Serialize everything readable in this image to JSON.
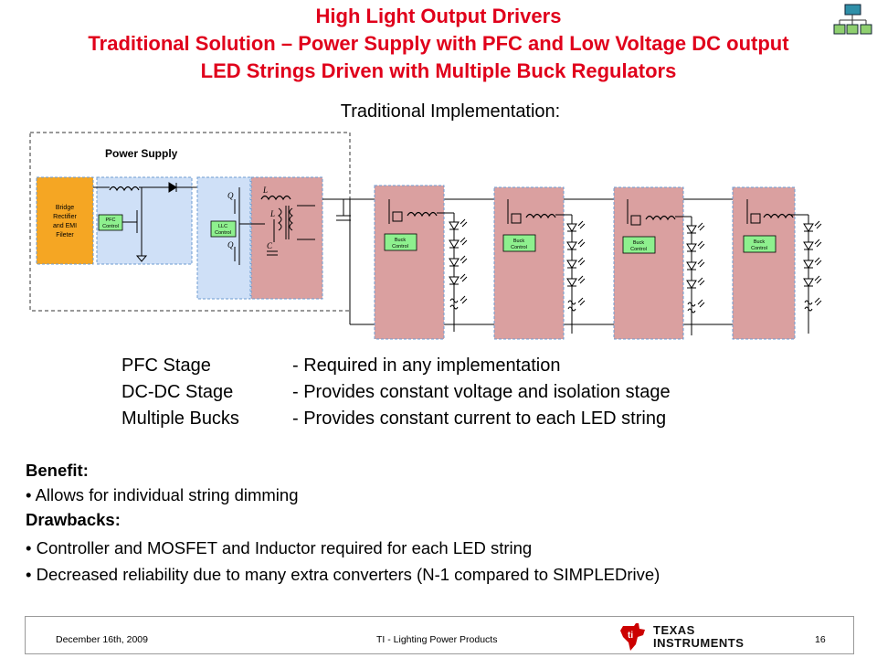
{
  "slide": {
    "title_line1": "High Light Output Drivers",
    "title_line2": "Traditional Solution – Power Supply with PFC and Low Voltage DC output",
    "title_line3": "LED Strings Driven with Multiple Buck Regulators",
    "subtitle": "Traditional Implementation:"
  },
  "diagram": {
    "power_supply_label": "Power Supply",
    "bridge_label_1": "Bridge",
    "bridge_label_2": "Rectifier",
    "bridge_label_3": "and EMI",
    "bridge_label_4": "Fileter",
    "pfc_label_1": "PFC",
    "pfc_label_2": "Control",
    "llc_label_1": "LLC",
    "llc_label_2": "Control",
    "buck_label_1": "Buck",
    "buck_label_2": "Control",
    "q_label": "Q",
    "l_label": "L",
    "c_label": "C",
    "colors": {
      "bridge_fill": "#f5a623",
      "pfc_fill": "#cfe0f7",
      "dcdc_fill": "#daa0a0",
      "buck_fill": "#daa0a0",
      "control_fill": "#8ef08e"
    }
  },
  "stages": [
    {
      "name": "PFC Stage",
      "desc": "- Required in any implementation"
    },
    {
      "name": "DC-DC Stage",
      "desc": "- Provides constant voltage and isolation stage"
    },
    {
      "name": "Multiple Bucks",
      "desc": "- Provides constant current to each LED string"
    }
  ],
  "benefit": {
    "heading": "Benefit:",
    "items": [
      "• Allows for individual string dimming"
    ]
  },
  "drawbacks": {
    "heading": "Drawbacks:",
    "items": [
      "• Controller and MOSFET and Inductor required for each LED string",
      "• Decreased reliability due to many extra converters (N-1 compared to SIMPLEDrive)"
    ]
  },
  "footer": {
    "date": "December 16th, 2009",
    "center": "TI - Lighting Power Products",
    "page": "16",
    "brand_line1": "TEXAS",
    "brand_line2": "INSTRUMENTS",
    "brand_color": "#cc0000"
  },
  "icons": {
    "nav": "sitemap-icon",
    "logo": "ti-logo-icon"
  }
}
